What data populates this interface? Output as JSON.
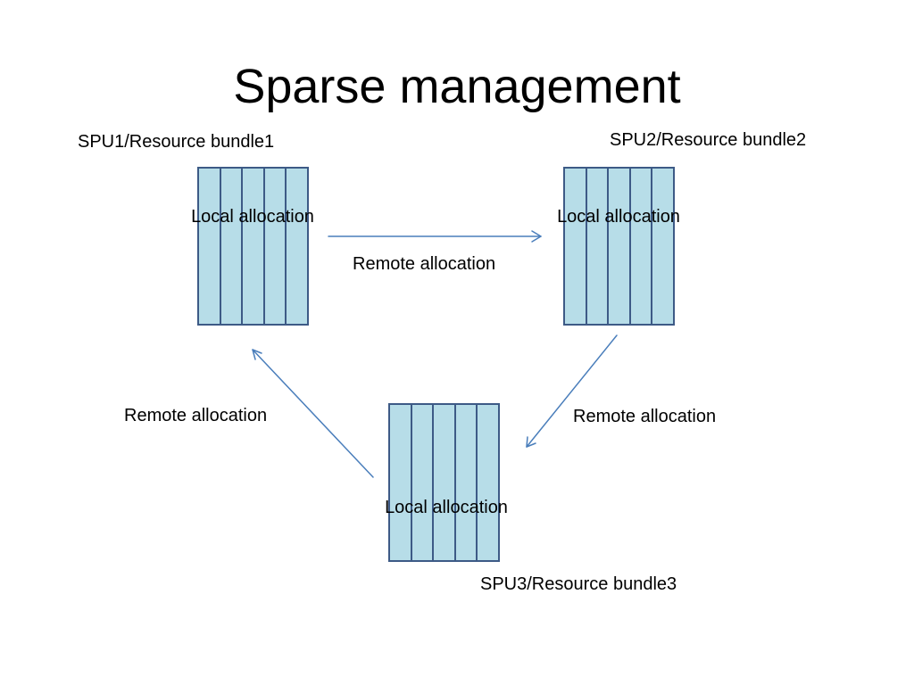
{
  "title": "Sparse management",
  "bundles": [
    {
      "name": "SPU1/Resource bundle1",
      "local_label": "Local allocation",
      "slots": 5
    },
    {
      "name": "SPU2/Resource bundle2",
      "local_label": "Local allocation",
      "slots": 5
    },
    {
      "name": "SPU3/Resource bundle3",
      "local_label": "Local allocation",
      "slots": 5
    }
  ],
  "remote_labels": {
    "spu1_to_spu2": "Remote allocation",
    "spu2_to_spu3": "Remote allocation",
    "spu3_to_spu1": "Remote allocation"
  },
  "colors": {
    "block_fill": "#b7dde8",
    "block_border": "#3d5a86",
    "arrow": "#4a7ebb"
  }
}
